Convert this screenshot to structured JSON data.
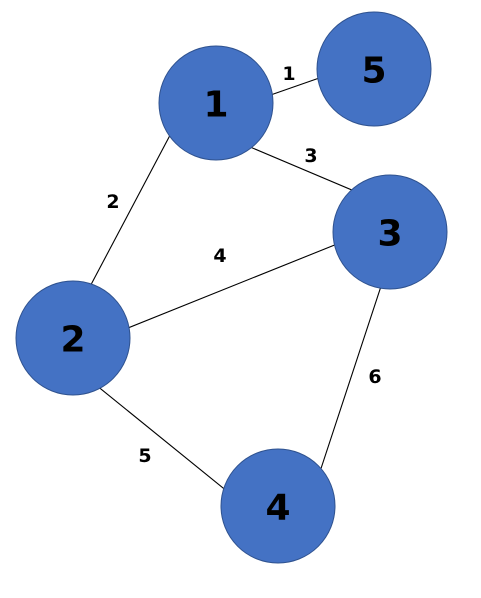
{
  "colors": {
    "node_fill": "#4472C4",
    "node_stroke": "#2F528F",
    "node_text": "#000000",
    "edge": "#000000",
    "edge_label": "#000000",
    "background": "#FFFFFF"
  },
  "nodes": [
    {
      "id": "1",
      "label": "1"
    },
    {
      "id": "2",
      "label": "2"
    },
    {
      "id": "3",
      "label": "3"
    },
    {
      "id": "4",
      "label": "4"
    },
    {
      "id": "5",
      "label": "5"
    }
  ],
  "edges": [
    {
      "from": "5",
      "to": "1",
      "label": "1"
    },
    {
      "from": "1",
      "to": "2",
      "label": "2"
    },
    {
      "from": "1",
      "to": "3",
      "label": "3"
    },
    {
      "from": "2",
      "to": "3",
      "label": "4"
    },
    {
      "from": "2",
      "to": "4",
      "label": "5"
    },
    {
      "from": "3",
      "to": "4",
      "label": "6"
    }
  ]
}
